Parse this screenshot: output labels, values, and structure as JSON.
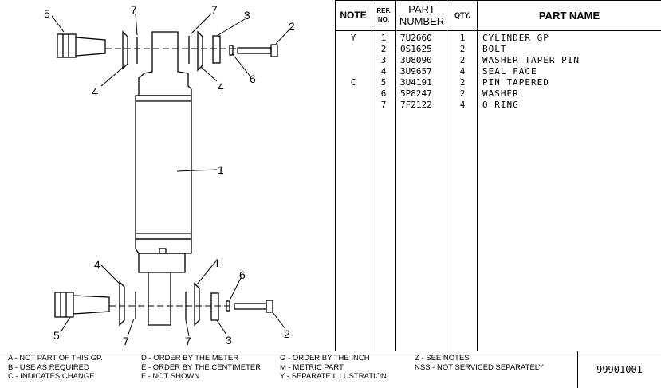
{
  "diagram": {
    "callouts": {
      "top_5": "5",
      "top_7a": "7",
      "top_7b": "7",
      "top_3": "3",
      "top_2": "2",
      "top_4a": "4",
      "top_4b": "4",
      "top_6": "6",
      "body_1": "1",
      "bot_4a": "4",
      "bot_4b": "4",
      "bot_6": "6",
      "bot_5": "5",
      "bot_7a": "7",
      "bot_7b": "7",
      "bot_3": "3",
      "bot_2": "2"
    }
  },
  "table": {
    "headers": {
      "note": "NOTE",
      "ref_line1": "REF.",
      "ref_line2": "NO.",
      "part_line1": "PART",
      "part_line2": "NUMBER",
      "qty": "QTY.",
      "name": "PART NAME"
    },
    "rows": [
      {
        "note": "Y",
        "ref": "1",
        "part": "7U2660",
        "qty": "1",
        "name": "CYLINDER GP"
      },
      {
        "note": "",
        "ref": "2",
        "part": "0S1625",
        "qty": "2",
        "name": "BOLT"
      },
      {
        "note": "",
        "ref": "3",
        "part": "3U8090",
        "qty": "2",
        "name": "WASHER TAPER PIN"
      },
      {
        "note": "",
        "ref": "4",
        "part": "3U9657",
        "qty": "4",
        "name": "SEAL FACE"
      },
      {
        "note": "C",
        "ref": "5",
        "part": "3U4191",
        "qty": "2",
        "name": "PIN TAPERED"
      },
      {
        "note": "",
        "ref": "6",
        "part": "5P8247",
        "qty": "2",
        "name": "WASHER"
      },
      {
        "note": "",
        "ref": "7",
        "part": "7F2122",
        "qty": "4",
        "name": "O RING"
      }
    ]
  },
  "legend": {
    "col1": [
      "A - NOT PART OF THIS GP.",
      "B - USE AS REQUIRED",
      "C - INDICATES CHANGE"
    ],
    "col2": [
      "D - ORDER BY THE METER",
      "E - ORDER BY THE CENTIMETER",
      "F - NOT SHOWN"
    ],
    "col3": [
      "G - ORDER BY THE INCH",
      "M - METRIC PART",
      "Y - SEPARATE ILLUSTRATION"
    ],
    "col4": [
      "Z - SEE NOTES",
      "NSS - NOT SERVICED SEPARATELY"
    ]
  },
  "document_number": "99901001"
}
